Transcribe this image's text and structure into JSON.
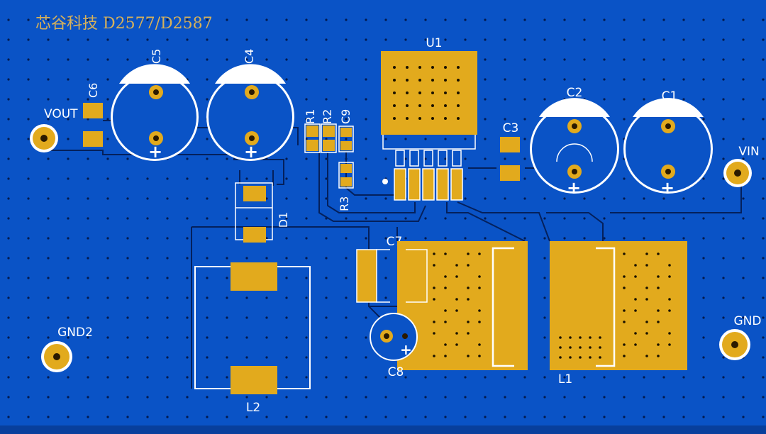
{
  "title": "芯谷科技 D2577/D2587",
  "colors": {
    "board": "#0a53c6",
    "pad": "#e2aa1d",
    "silkscreen": "#ffffff",
    "title_text": "#d7b15a",
    "trace": "#04205c"
  },
  "connectors": {
    "vout": "VOUT",
    "vin": "VIN",
    "gnd": "GND",
    "gnd2": "GND2"
  },
  "components": {
    "u1": "U1",
    "c1": "C1",
    "c2": "C2",
    "c3": "C3",
    "c4": "C4",
    "c5": "C5",
    "c6": "C6",
    "c7": "C7",
    "c8": "C8",
    "c9": "C9",
    "r1": "R1",
    "r2": "R2",
    "r3": "R3",
    "d1": "D1",
    "l1": "L1",
    "l2": "L2"
  },
  "polarity_mark": "+"
}
